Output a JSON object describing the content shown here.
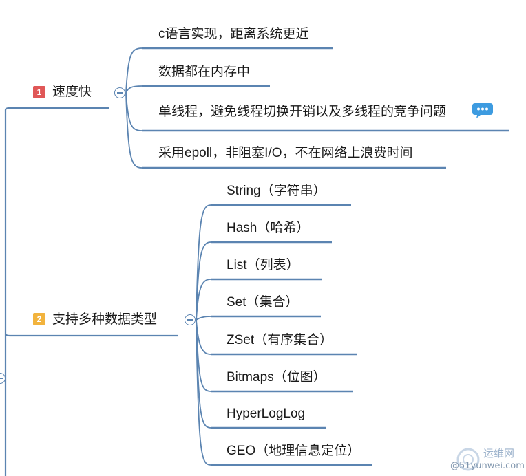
{
  "colors": {
    "line": "#5b84b1",
    "badge_1": "#e05757",
    "badge_2": "#f2b33d",
    "comment": "#3d9be0"
  },
  "groups": [
    {
      "priority": "1",
      "label": "速度快",
      "children": [
        "c语言实现，距离系统更近",
        "数据都在内存中",
        "单线程，避免线程切换开销以及多线程的竞争问题",
        "采用epoll，非阻塞I/O，不在网络上浪费时间"
      ]
    },
    {
      "priority": "2",
      "label": "支持多种数据类型",
      "children": [
        "String（字符串）",
        "Hash（哈希）",
        "List（列表）",
        "Set（集合）",
        "ZSet（有序集合）",
        "Bitmaps（位图）",
        "HyperLogLog",
        "GEO（地理信息定位）"
      ]
    }
  ],
  "watermark": {
    "line1": "运维网",
    "line2": "@51yunwei.com"
  }
}
